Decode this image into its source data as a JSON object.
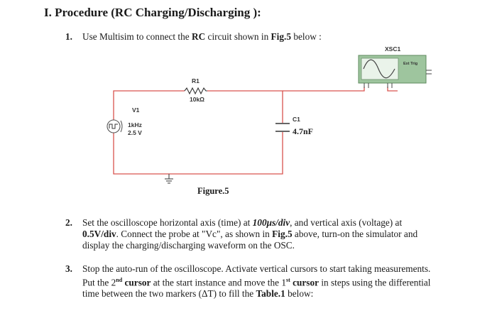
{
  "heading": "I. Procedure  (RC Charging/Discharging ):",
  "steps": [
    {
      "number": "1.",
      "pre": "Use Multisim to connect the ",
      "bold1": "RC",
      "mid": " circuit shown in ",
      "bold2": "Fig.5",
      "post": " below :"
    },
    {
      "number": "2.",
      "l1_pre": "Set the oscilloscope horizontal axis (time) at ",
      "l1_bold": "100μs/div",
      "l1_post": ", and vertical axis (voltage) at",
      "l2_bold": "0.5V/div",
      "l2_a": ". Connect the probe at \"Vc\", as shown in ",
      "l2_bold2": "Fig.5",
      "l2_b": " above, turn-on the simulator and",
      "l3": "display the charging/discharging waveform on the OSC."
    },
    {
      "number": "3.",
      "l1": "Stop the auto-run of the oscilloscope. Activate vertical cursors to start taking measurements.",
      "l2_a": "Put the 2",
      "l2_sup1": "nd",
      "l2_bold1": " cursor",
      "l2_b": " at the start instance and move the 1",
      "l2_sup2": "st",
      "l2_bold2": " cursor",
      "l2_c": " in steps using the differential",
      "l3_a": "time between the two markers (ΔT) to fill the ",
      "l3_bold": "Table.1",
      "l3_b": " below:"
    }
  ],
  "circuit": {
    "resistor_name": "R1",
    "resistor_value": "10kΩ",
    "source_name": "V1",
    "source_freq": "1kHz",
    "source_amp": "2.5 V",
    "capacitor_name": "C1",
    "capacitor_value": "4.7nF",
    "scope_name": "XSC1",
    "scope_trig": "Ext Trig",
    "wire_color": "#d9534f",
    "scope_color": "#8fbc8f"
  },
  "figure_caption": "Figure.5"
}
